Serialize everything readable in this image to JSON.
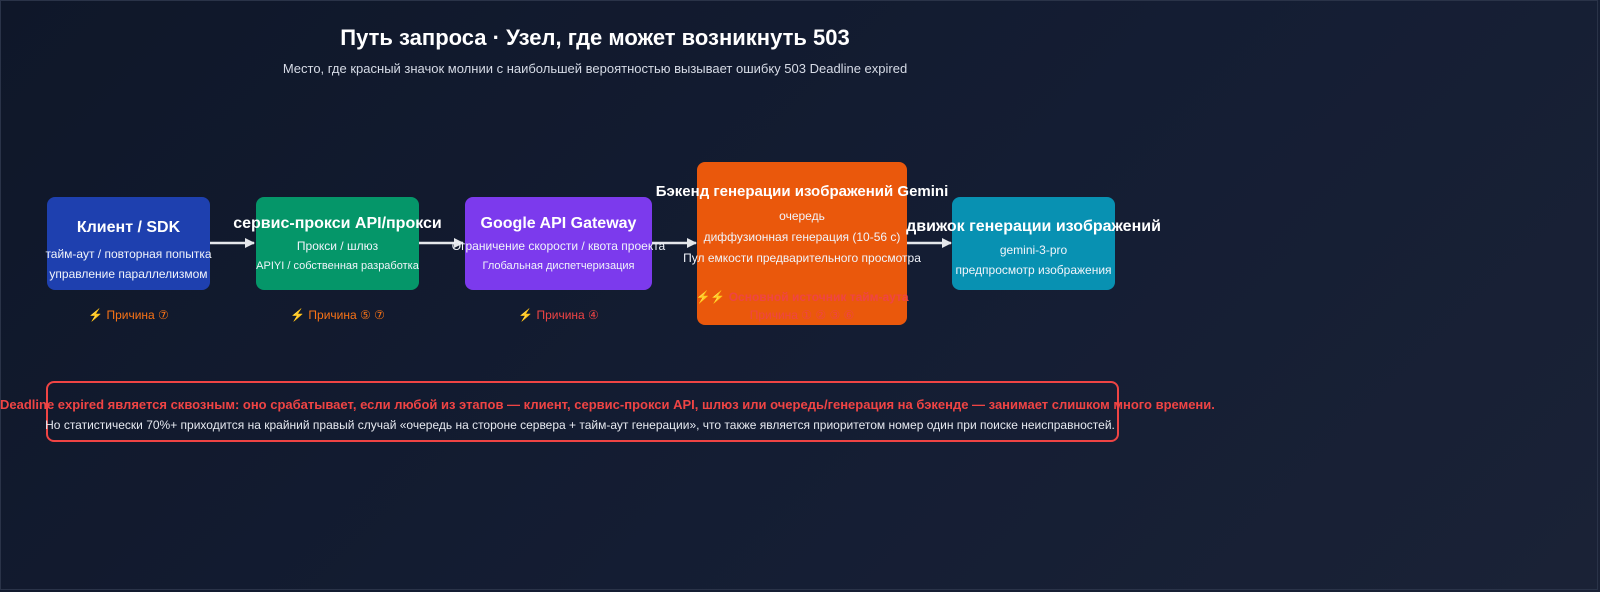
{
  "header": {
    "title": "Путь запроса · Узел, где может возникнуть 503",
    "subtitle": "Место, где красный значок молнии с наибольшей вероятностью вызывает ошибку 503 Deadline expired"
  },
  "nodes": [
    {
      "title": "Клиент / SDK",
      "lines": [
        "тайм-аут / повторная попытка",
        "управление параллелизмом"
      ],
      "cause": "Причина ⑦",
      "color": "#1e40af"
    },
    {
      "title": "сервис-прокси API/прокси",
      "lines": [
        "Прокси / шлюз",
        "APIYI / собственная разработка"
      ],
      "cause": "Причина ⑤ ⑦",
      "color": "#059669"
    },
    {
      "title": "Google API Gateway",
      "lines": [
        "Ограничение скорости / квота проекта",
        "Глобальная диспетчеризация"
      ],
      "cause": "Причина ④",
      "color": "#7c3aed"
    },
    {
      "title": "Бэкенд генерации изображений Gemini",
      "lines": [
        "очередь",
        "диффузионная генерация (10-56 с)",
        "Пул емкости предварительного просмотра"
      ],
      "hot": [
        "Основной источник тайм-аута",
        "Причина ① ② ③ ⑥"
      ],
      "color": "#ea580c"
    },
    {
      "title": "движок генерации изображений",
      "lines": [
        "gemini-3-pro",
        "предпросмотр изображения"
      ],
      "color": "#0891b2"
    }
  ],
  "bolt_icon": "⚡",
  "warning": {
    "main": "Deadline expired является сквозным: оно срабатывает, если любой из этапов — клиент, сервис-прокси API, шлюз или очередь/генерация на бэкенде — занимает слишком много времени.",
    "sub": "Но статистически 70%+ приходится на крайний правый случай «очередь на стороне сервера + тайм-аут генерации», что также является приоритетом номер один при поиске неисправностей."
  },
  "colors": {
    "alert": "#ef4444",
    "cause": "#f97316",
    "arrow": "#e5e7eb"
  }
}
